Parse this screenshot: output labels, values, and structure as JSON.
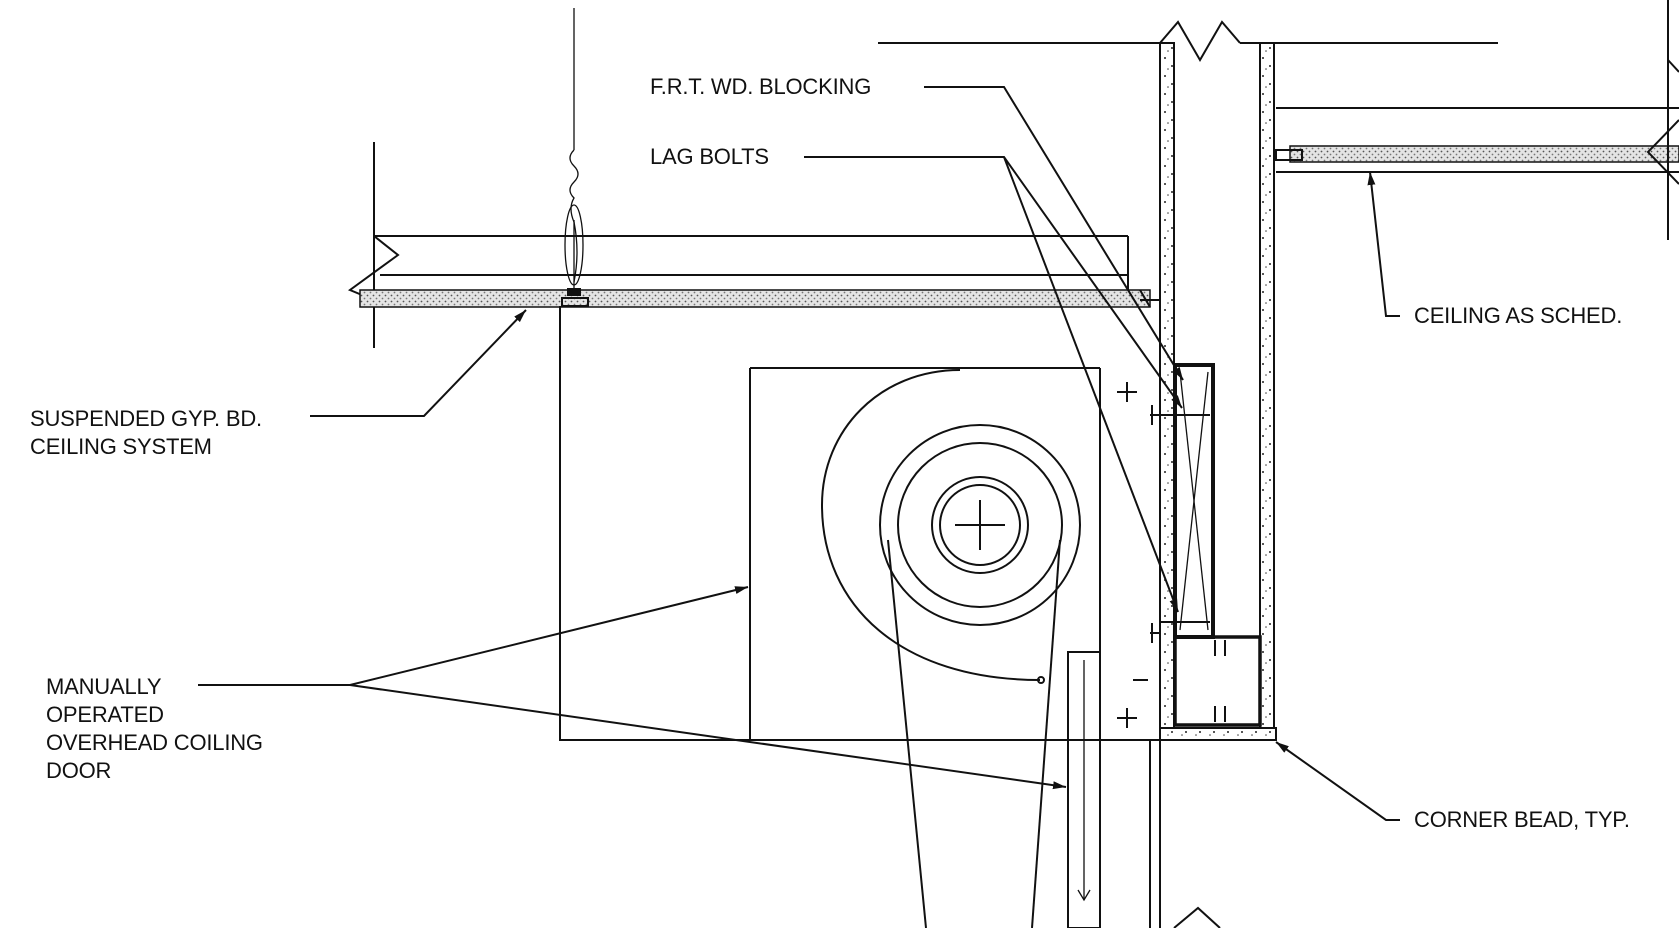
{
  "drawing": {
    "subject": "overhead coiling door head detail at suspended gypsum board ceiling",
    "line_color": "#111111",
    "background_color": "#ffffff",
    "fill_color": "#cfcfcf"
  },
  "callouts": {
    "frt_blocking": "F.R.T. WD. BLOCKING",
    "lag_bolts": "LAG BOLTS",
    "ceiling_as_sched": "CEILING AS SCHED.",
    "suspended_ceiling": [
      "SUSPENDED GYP. BD.",
      "CEILING SYSTEM"
    ],
    "coiling_door": [
      "MANUALLY",
      "OPERATED",
      "OVERHEAD COILING",
      "DOOR"
    ],
    "corner_bead": "CORNER BEAD, TYP."
  }
}
